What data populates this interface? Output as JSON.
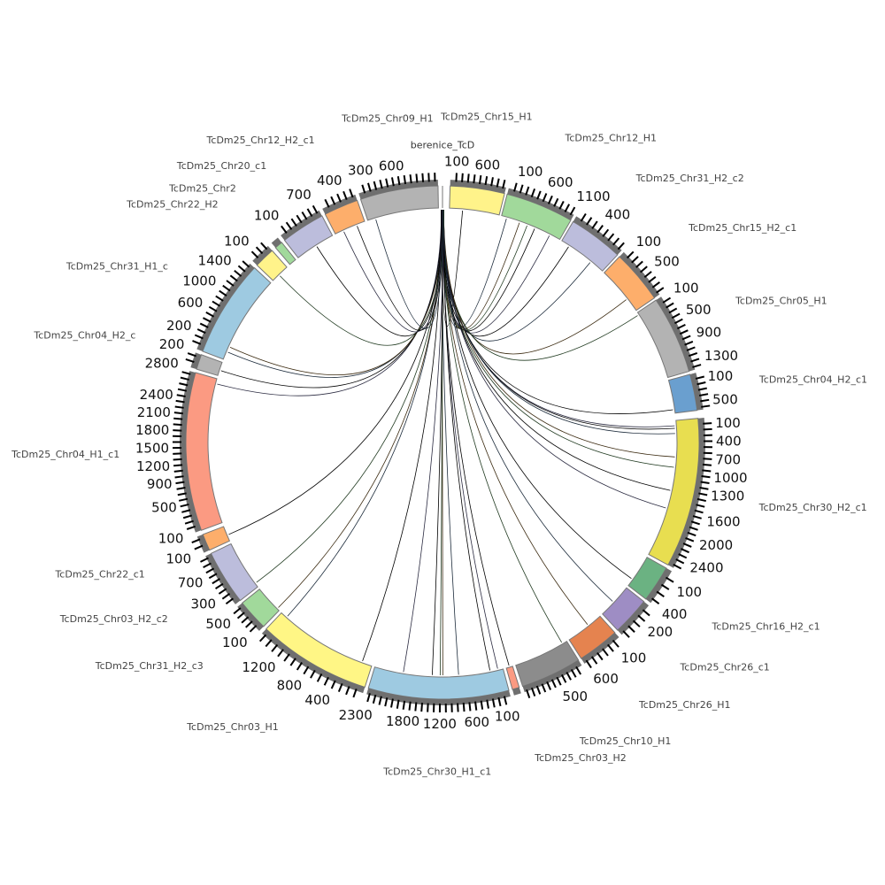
{
  "hub_label": "berenice_TcD",
  "tick_step": 100,
  "segments": [
    {
      "name": "TcDm25_Chr15_H1",
      "color": "#fff38a",
      "length": 950
    },
    {
      "name": "TcDm25_Chr12_H1",
      "color": "#a1d99b",
      "length": 1150
    },
    {
      "name": "TcDm25_Chr31_H2_c2",
      "color": "#bcbddc",
      "length": 850
    },
    {
      "name": "TcDm25_Chr15_H2_c1",
      "color": "#fdae6b",
      "length": 850
    },
    {
      "name": "TcDm25_Chr05_H1",
      "color": "#b3b3b3",
      "length": 1350
    },
    {
      "name": "TcDm25_Chr04_H2_c1",
      "color": "#6a9fcf",
      "length": 650
    },
    {
      "name": "TcDm25_Chr30_H2_c1",
      "color": "#e8de50",
      "length": 2650
    },
    {
      "name": "TcDm25_Chr16_H2_c1",
      "color": "#6bb282",
      "length": 450
    },
    {
      "name": "TcDm25_Chr26_c1",
      "color": "#9e8dc4",
      "length": 550
    },
    {
      "name": "TcDm25_Chr26_H1",
      "color": "#e5834f",
      "length": 650
    },
    {
      "name": "TcDm25_Chr10_H1",
      "color": "#8c8c8c",
      "length": 1150
    },
    {
      "name": "TcDm25_Chr03_H2",
      "color": "#fb9a82",
      "length": 80
    },
    {
      "name": "TcDm25_Chr30_H1_c1",
      "color": "#9ecae1",
      "length": 2450
    },
    {
      "name": "TcDm25_Chr03_H1",
      "color": "#fff685",
      "length": 1550
    },
    {
      "name": "TcDm25_Chr31_H2_c3",
      "color": "#a1d99b",
      "length": 550
    },
    {
      "name": "TcDm25_Chr03_H2_c2",
      "color": "#bcbddc",
      "length": 950
    },
    {
      "name": "TcDm25_Chr22_c1",
      "color": "#fdae6b",
      "length": 250
    },
    {
      "name": "TcDm25_Chr04_H1_c1",
      "color": "#fb9a82",
      "length": 2850
    },
    {
      "name": "TcDm25_Chr04_H2_c",
      "color": "#b3b3b3",
      "length": 250
    },
    {
      "name": "TcDm25_Chr31_H1_c",
      "color": "#9ecae1",
      "length": 1650
    },
    {
      "name": "TcDm25_Chr22_H2",
      "color": "#fff38a",
      "length": 350
    },
    {
      "name": "TcDm25_Chr2",
      "color": "#a1d99b",
      "length": 60
    },
    {
      "name": "TcDm25_Chr20_c1",
      "color": "#bcbddc",
      "length": 750
    },
    {
      "name": "TcDm25_Chr12_H2_c1",
      "color": "#fdae6b",
      "length": 550
    },
    {
      "name": "TcDm25_Chr09_H1",
      "color": "#b3b3b3",
      "length": 1350
    }
  ],
  "links": [
    {
      "to": 0,
      "pos": 250
    },
    {
      "to": 1,
      "pos": 100
    },
    {
      "to": 1,
      "pos": 350
    },
    {
      "to": 1,
      "pos": 500
    },
    {
      "to": 1,
      "pos": 650
    },
    {
      "to": 1,
      "pos": 950
    },
    {
      "to": 2,
      "pos": 150
    },
    {
      "to": 2,
      "pos": 600
    },
    {
      "to": 3,
      "pos": 600
    },
    {
      "to": 4,
      "pos": 50
    },
    {
      "to": 5,
      "pos": 580
    },
    {
      "to": 6,
      "pos": 100
    },
    {
      "to": 6,
      "pos": 150
    },
    {
      "to": 6,
      "pos": 250
    },
    {
      "to": 6,
      "pos": 700
    },
    {
      "to": 6,
      "pos": 900
    },
    {
      "to": 6,
      "pos": 1350
    },
    {
      "to": 6,
      "pos": 1700
    },
    {
      "to": 7,
      "pos": 350
    },
    {
      "to": 8,
      "pos": 300
    },
    {
      "to": 9,
      "pos": 250
    },
    {
      "to": 10,
      "pos": 100
    },
    {
      "to": 11,
      "pos": 40
    },
    {
      "to": 12,
      "pos": 100
    },
    {
      "to": 12,
      "pos": 250
    },
    {
      "to": 12,
      "pos": 850
    },
    {
      "to": 12,
      "pos": 1150
    },
    {
      "to": 12,
      "pos": 1200
    },
    {
      "to": 12,
      "pos": 1350
    },
    {
      "to": 12,
      "pos": 1900
    },
    {
      "to": 13,
      "pos": 150
    },
    {
      "to": 13,
      "pos": 1450
    },
    {
      "to": 14,
      "pos": 50
    },
    {
      "to": 15,
      "pos": 80
    },
    {
      "to": 16,
      "pos": 100
    },
    {
      "to": 17,
      "pos": 2750
    },
    {
      "to": 18,
      "pos": 100
    },
    {
      "to": 19,
      "pos": 150
    },
    {
      "to": 19,
      "pos": 250
    },
    {
      "to": 20,
      "pos": 150
    },
    {
      "to": 22,
      "pos": 400
    },
    {
      "to": 23,
      "pos": 150
    },
    {
      "to": 23,
      "pos": 400
    },
    {
      "to": 24,
      "pos": 150
    }
  ]
}
